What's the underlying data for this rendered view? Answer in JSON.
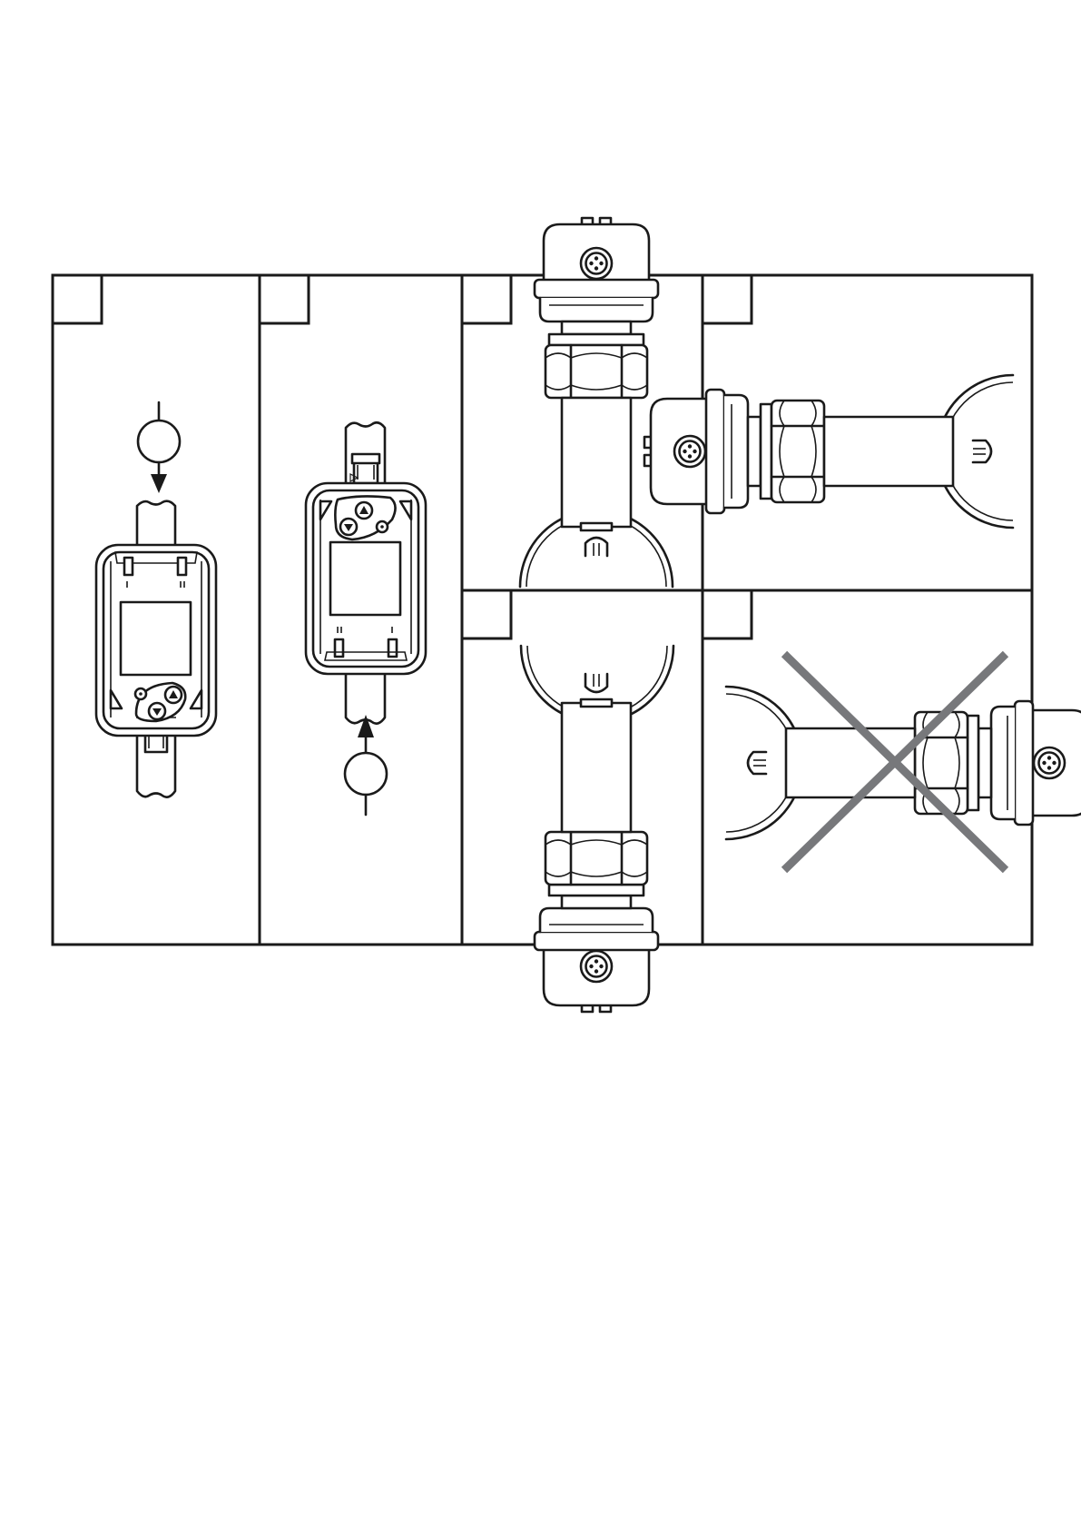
{
  "figure": {
    "panels": [
      {
        "id": "1",
        "label": "",
        "view": "front",
        "orientation": "display-upright",
        "flow": "downward",
        "permitted": true
      },
      {
        "id": "2",
        "label": "",
        "view": "front",
        "orientation": "display-inverted",
        "flow": "upward",
        "permitted": true
      },
      {
        "id": "3",
        "label": "",
        "view": "side",
        "orientation": "connector-up",
        "permitted": true
      },
      {
        "id": "4",
        "label": "",
        "view": "side",
        "orientation": "connector-down",
        "permitted": true
      },
      {
        "id": "5",
        "label": "",
        "view": "side",
        "orientation": "connector-left",
        "permitted": true
      },
      {
        "id": "6",
        "label": "",
        "view": "side",
        "orientation": "connector-right",
        "permitted": false
      }
    ],
    "colors": {
      "line": "#1a1a1a",
      "fill": "#ffffff",
      "screen": "#f4f4f4",
      "cross": "#77787b"
    },
    "icons": [
      "flow-marker-circle",
      "flow-arrow",
      "m12-connector",
      "cross-mark"
    ]
  }
}
